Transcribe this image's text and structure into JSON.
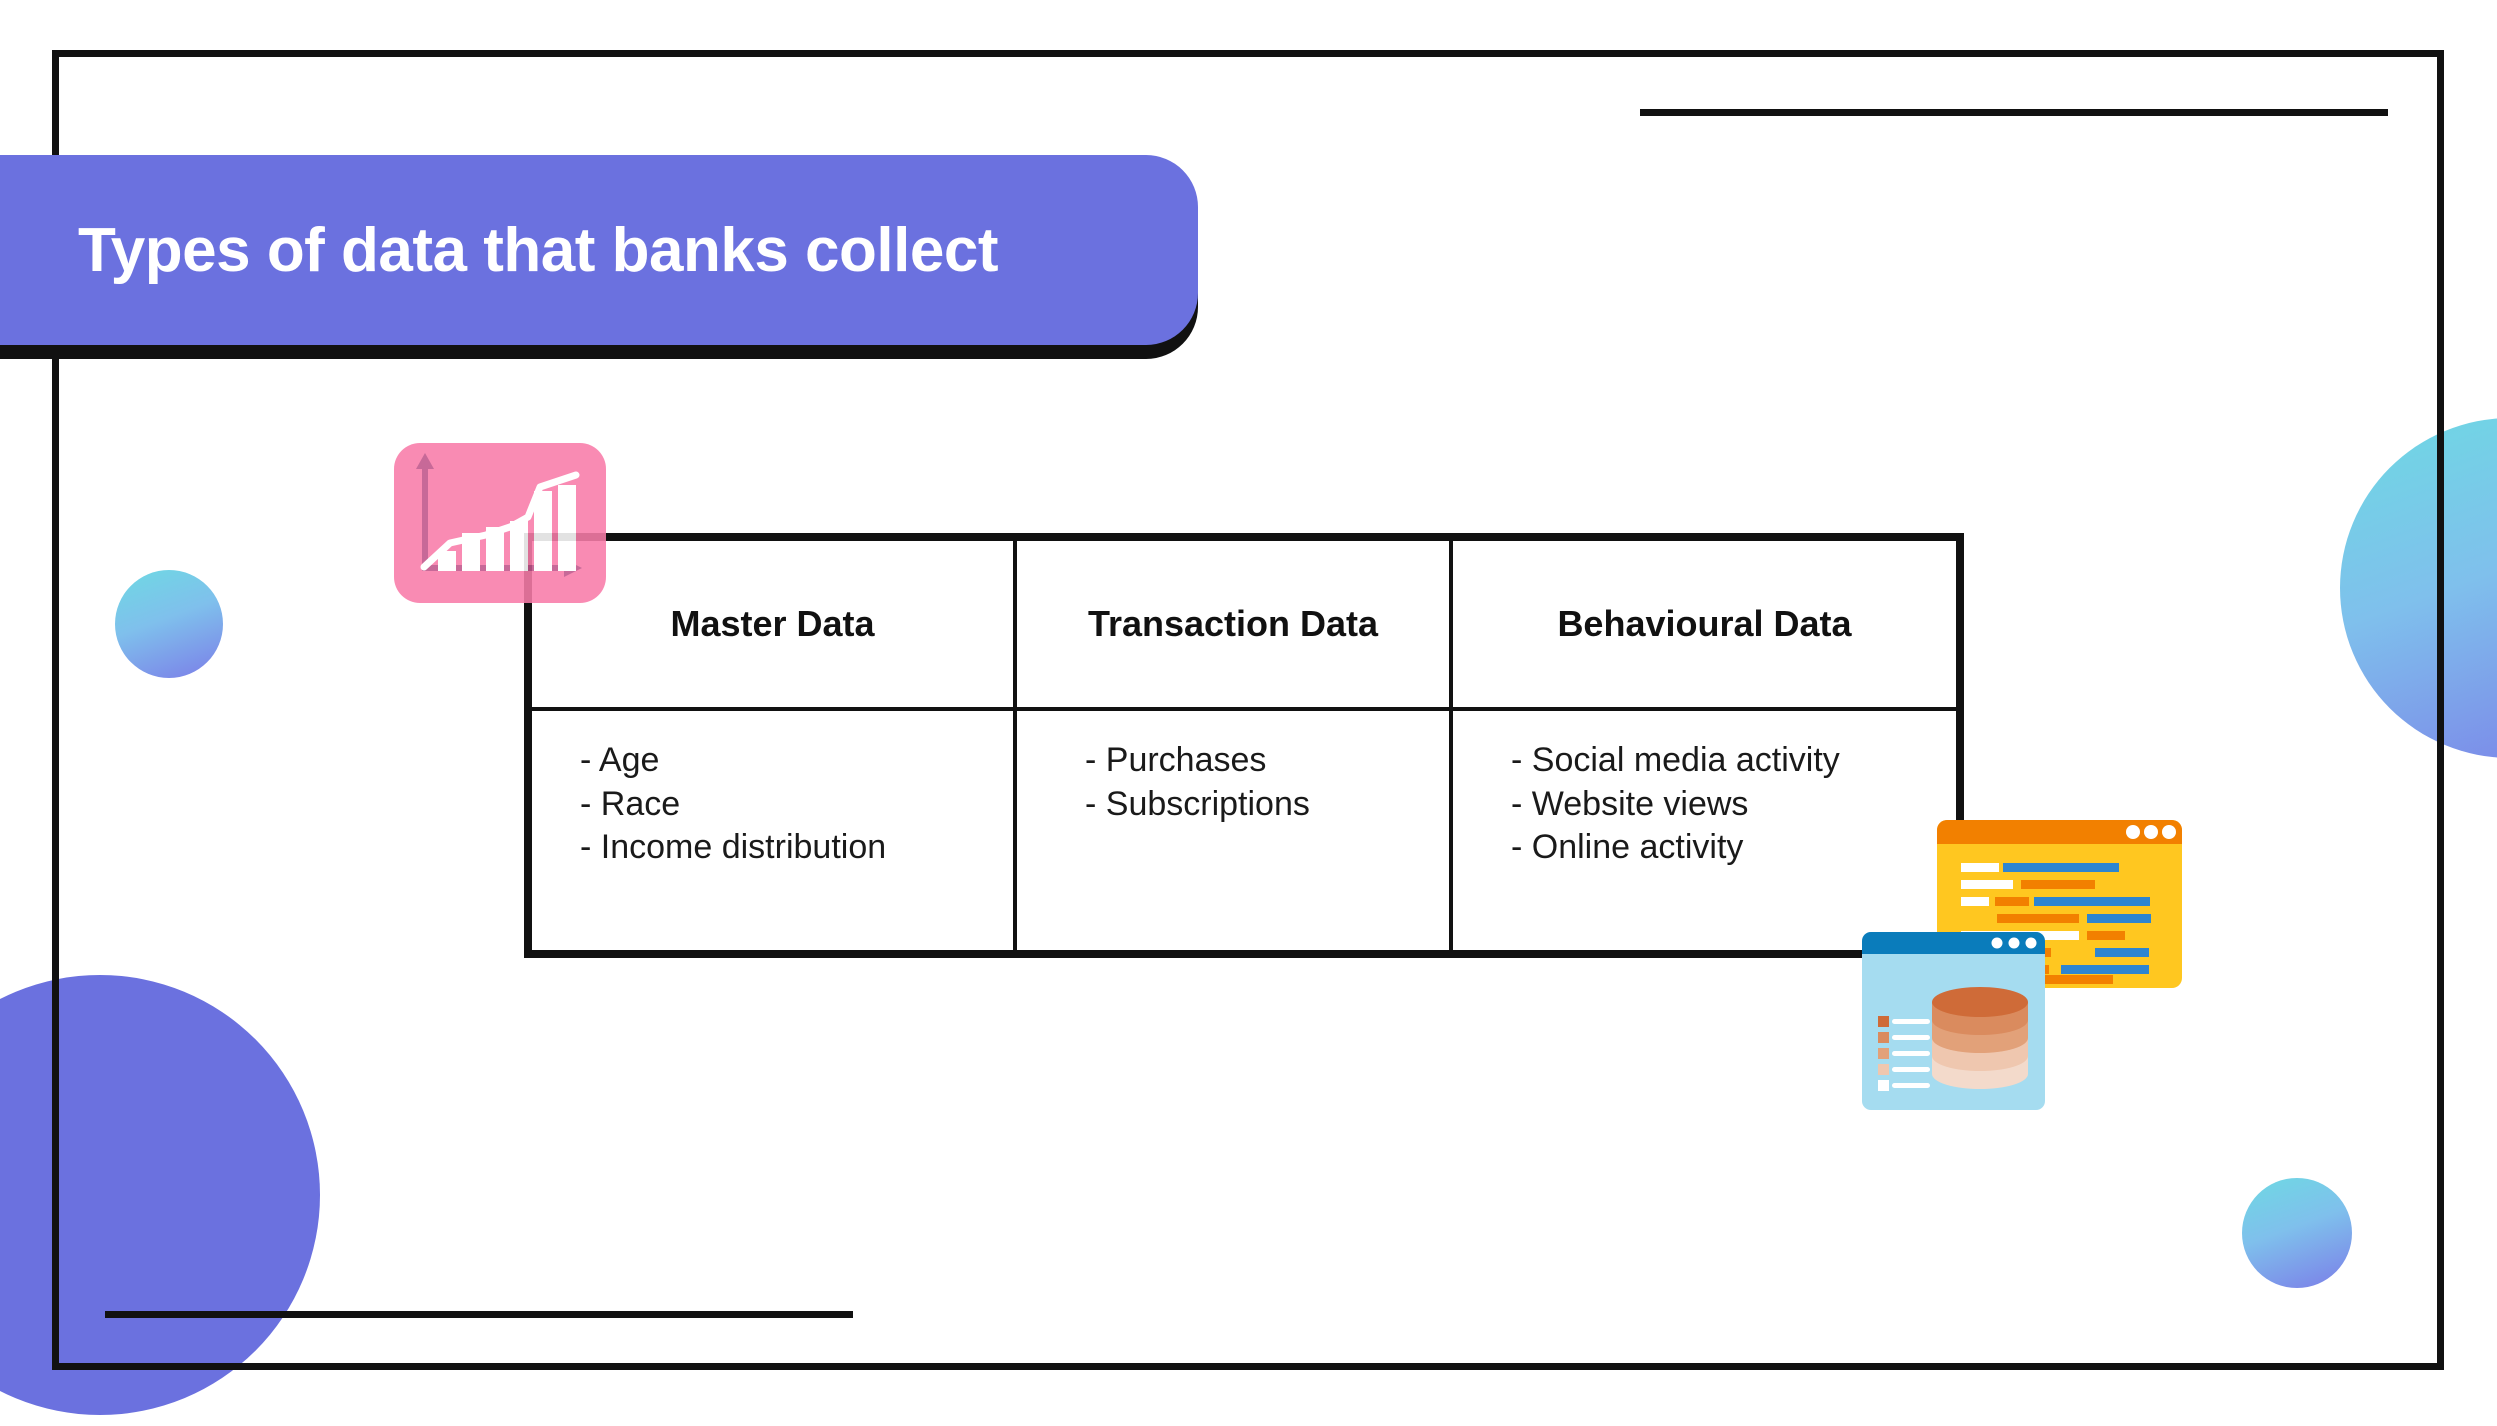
{
  "slide": {
    "title": "Types of data that banks collect",
    "background_color": "#FFFFFF",
    "accent_color": "#6B71DF",
    "frame_color": "#111111"
  },
  "table": {
    "headers": [
      "Master Data",
      "Transaction Data",
      "Behavioural Data"
    ],
    "columns": [
      {
        "header": "Master Data",
        "items": [
          "- Age",
          "- Race",
          "- Income distribution"
        ]
      },
      {
        "header": "Transaction Data",
        "items": [
          "- Purchases",
          "- Subscriptions"
        ]
      },
      {
        "header": "Behavioural Data",
        "items": [
          "- Social media activity",
          "- Website views",
          "- Online activity"
        ]
      }
    ]
  },
  "decorations": {
    "chart_icon": {
      "name": "bar-chart-icon",
      "color": "#F97CA9"
    },
    "code_window_icon": {
      "name": "code-window-icon",
      "color": "#FFC720",
      "titlebar_color": "#F28000"
    },
    "database_window_icon": {
      "name": "database-window-icon",
      "color": "#A5DCF0",
      "titlebar_color": "#0A7CBB",
      "disc_color": "#CF6B38"
    },
    "spheres": [
      {
        "name": "gradient-sphere-small-left",
        "from": "#6ED9E3",
        "to": "#7B7DE8"
      },
      {
        "name": "gradient-sphere-right",
        "from": "#6ED9E3",
        "to": "#7B7DE8"
      },
      {
        "name": "gradient-sphere-small-right",
        "from": "#6ED9E3",
        "to": "#7B7DE8"
      },
      {
        "name": "solid-circle-bottom-left",
        "color": "#6B71DF"
      }
    ]
  }
}
